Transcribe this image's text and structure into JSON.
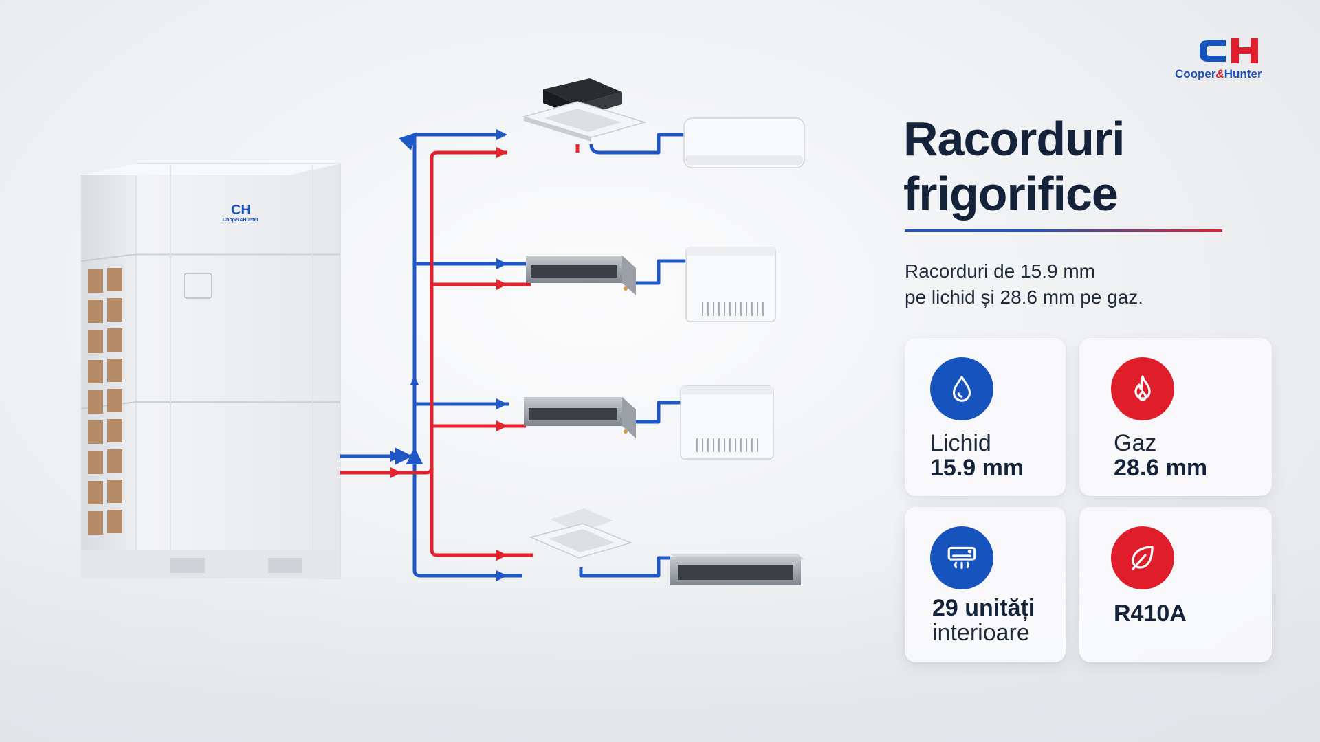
{
  "brand": {
    "logo_mark": "CH",
    "logo_name_left": "Cooper",
    "logo_amp": "&",
    "logo_name_right": "Hunter",
    "unit_logo_mark": "CH",
    "unit_logo_name": "Cooper&Hunter"
  },
  "heading": {
    "line1": "Racorduri",
    "line2": "frigorifice"
  },
  "description": {
    "line1": "Racorduri de 15.9 mm",
    "line2": "pe lichid și 28.6 mm pe gaz."
  },
  "cards": [
    {
      "icon": "water-drop-icon",
      "color": "#1753bd",
      "label": "Lichid",
      "value": "15.9 mm"
    },
    {
      "icon": "flame-icon",
      "color": "#e01e2b",
      "label": "Gaz",
      "value": "28.6 mm"
    },
    {
      "icon": "air-conditioner-icon",
      "color": "#1753bd",
      "value": "29 unități",
      "label": "interioare"
    },
    {
      "icon": "leaf-icon",
      "color": "#e01e2b",
      "value": "R410A"
    }
  ],
  "colors": {
    "liquid_pipe": "#1f57c6",
    "gas_pipe": "#e3222e",
    "title": "#14233a"
  }
}
